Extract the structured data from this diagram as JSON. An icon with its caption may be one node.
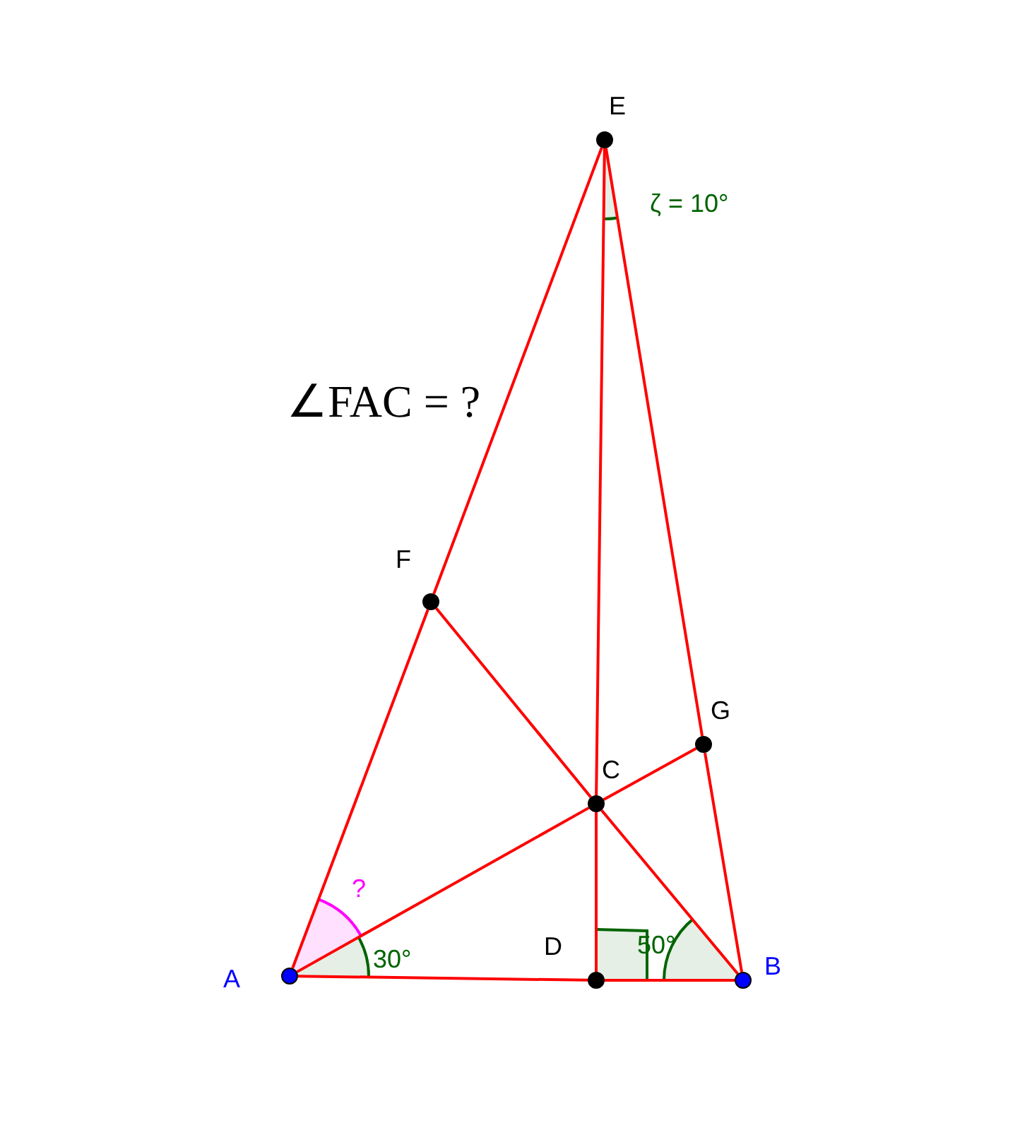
{
  "diagram": {
    "nodes": [
      {
        "text": [
          "E"
        ]
      },
      {
        "text": [
          "F"
        ]
      },
      {
        "text": [
          "G"
        ]
      },
      {
        "text": [
          "C"
        ]
      },
      {
        "text": [
          "A"
        ]
      },
      {
        "text": [
          "D"
        ]
      },
      {
        "text": [
          "B"
        ]
      }
    ],
    "edges": [
      {
        "from": 4,
        "to": 1,
        "arrow": "none"
      },
      {
        "from": 1,
        "to": 0,
        "arrow": "none"
      },
      {
        "from": 0,
        "to": 2,
        "arrow": "none"
      },
      {
        "from": 2,
        "to": 6,
        "arrow": "none"
      },
      {
        "from": 4,
        "to": 5,
        "arrow": "none"
      },
      {
        "from": 5,
        "to": 6,
        "arrow": "none"
      },
      {
        "from": 0,
        "to": 3,
        "arrow": "none"
      },
      {
        "from": 3,
        "to": 5,
        "arrow": "none"
      },
      {
        "from": 4,
        "to": 3,
        "arrow": "none"
      },
      {
        "from": 3,
        "to": 2,
        "arrow": "none"
      },
      {
        "from": 1,
        "to": 3,
        "arrow": "none"
      },
      {
        "from": 3,
        "to": 6,
        "arrow": "none"
      }
    ],
    "labels": [
      "ζ = 10°",
      "∠FAC = ?",
      "?",
      "30°",
      "50°"
    ]
  }
}
